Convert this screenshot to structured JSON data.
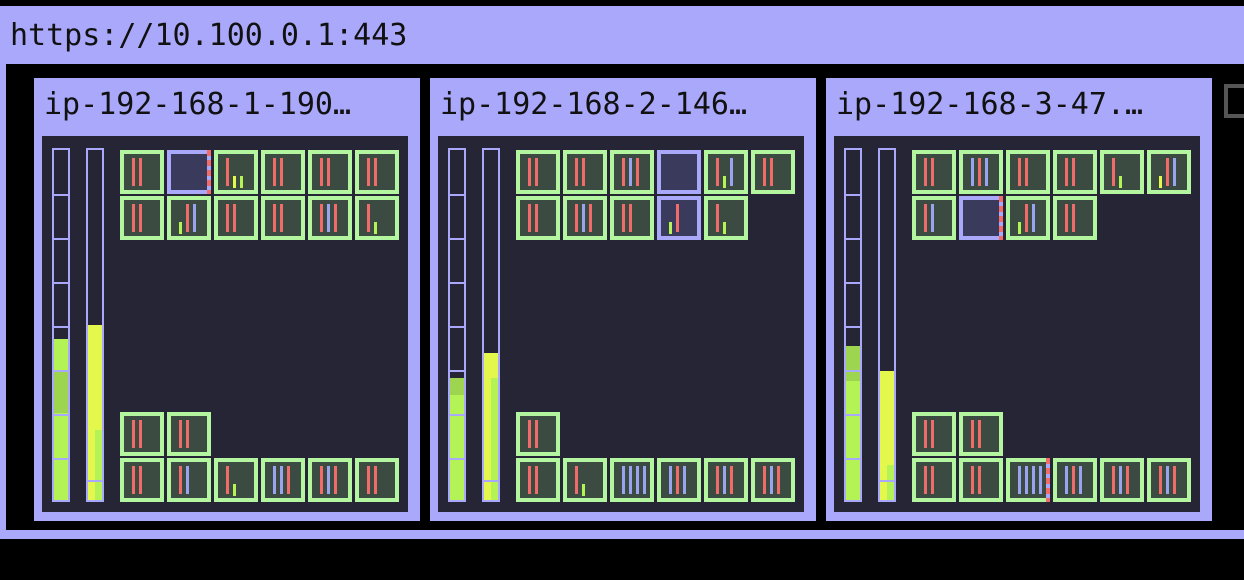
{
  "window": {
    "url": "https://10.100.0.1:443"
  },
  "colors": {
    "frame": "#aaa8fb",
    "node_body": "#262535",
    "pod_border": "#b4f6a0",
    "cpu": "#b3f355",
    "mem": "#e3f74d",
    "error": "#f26b6b"
  },
  "nodes": [
    {
      "name": "ip-192-168-1-190…",
      "cpu_gauge": [
        0.25,
        0.12,
        0.09
      ],
      "mem_gauge": [
        0.5,
        0.2
      ],
      "pods": [
        [
          {
            "bars": [
              "r",
              "r"
            ]
          },
          {
            "empty": true,
            "stripe": true
          },
          {
            "bars": [
              "r",
              "y",
              "g"
            ]
          },
          {
            "bars": [
              "r",
              "r"
            ]
          },
          {
            "bars": [
              "r",
              "r"
            ]
          },
          {
            "bars": [
              "r",
              "r"
            ]
          }
        ],
        [
          {
            "bars": [
              "r",
              "r"
            ]
          },
          {
            "bars": [
              "g",
              "r",
              "b"
            ]
          },
          {
            "bars": [
              "r",
              "r"
            ]
          },
          {
            "bars": [
              "r",
              "r"
            ]
          },
          {
            "bars": [
              "r",
              "b",
              "r"
            ]
          },
          {
            "bars": [
              "r",
              "g"
            ]
          }
        ],
        [
          {
            "bars": [
              "r",
              "r"
            ]
          },
          {
            "bars": [
              "r",
              "r"
            ]
          }
        ],
        [
          {
            "bars": [
              "r",
              "r"
            ]
          },
          {
            "bars": [
              "r",
              "b"
            ]
          },
          {
            "bars": [
              "r",
              "g"
            ]
          },
          {
            "bars": [
              "b",
              "b",
              "r"
            ]
          },
          {
            "bars": [
              "r",
              "b",
              "r"
            ]
          },
          {
            "bars": [
              "r",
              "r"
            ]
          }
        ]
      ]
    },
    {
      "name": "ip-192-168-2-146…",
      "cpu_gauge": [
        0.3,
        0.05
      ],
      "mem_gauge": [
        0.42,
        0.35
      ],
      "pods": [
        [
          {
            "bars": [
              "r",
              "r"
            ]
          },
          {
            "bars": [
              "r",
              "r"
            ]
          },
          {
            "bars": [
              "r",
              "b",
              "r"
            ]
          },
          {
            "empty": true
          },
          {
            "bars": [
              "r",
              "g",
              "b"
            ]
          },
          {
            "bars": [
              "r",
              "r"
            ]
          }
        ],
        [
          {
            "bars": [
              "r",
              "r"
            ]
          },
          {
            "bars": [
              "r",
              "b",
              "r"
            ]
          },
          {
            "bars": [
              "r",
              "r"
            ]
          },
          {
            "empty": true,
            "bars": [
              "g",
              "r"
            ]
          },
          {
            "bars": [
              "r",
              "g"
            ]
          }
        ],
        [
          {
            "bars": [
              "r",
              "r"
            ]
          }
        ],
        [
          {
            "bars": [
              "r",
              "r"
            ]
          },
          {
            "bars": [
              "r",
              "g"
            ]
          },
          {
            "bars": [
              "b",
              "b",
              "b",
              "b"
            ]
          },
          {
            "bars": [
              "b",
              "r",
              "b"
            ]
          },
          {
            "bars": [
              "r",
              "b",
              "r"
            ]
          },
          {
            "bars": [
              "r",
              "b",
              "r"
            ]
          }
        ]
      ]
    },
    {
      "name": "ip-192-168-3-47.…",
      "cpu_gauge": [
        0.34,
        0.1
      ],
      "mem_gauge": [
        0.37,
        0.1
      ],
      "pods": [
        [
          {
            "bars": [
              "r",
              "r"
            ]
          },
          {
            "bars": [
              "b",
              "r",
              "b"
            ]
          },
          {
            "bars": [
              "r",
              "r"
            ]
          },
          {
            "bars": [
              "r",
              "r"
            ]
          },
          {
            "bars": [
              "r",
              "g"
            ]
          },
          {
            "bars": [
              "y",
              "r",
              "b"
            ]
          }
        ],
        [
          {
            "bars": [
              "r",
              "b"
            ]
          },
          {
            "empty": true,
            "stripe": true
          },
          {
            "bars": [
              "g",
              "r",
              "b"
            ]
          },
          {
            "bars": [
              "r",
              "r"
            ]
          }
        ],
        [
          {
            "bars": [
              "r",
              "r"
            ]
          },
          {
            "bars": [
              "r",
              "r"
            ]
          }
        ],
        [
          {
            "bars": [
              "r",
              "r"
            ]
          },
          {
            "bars": [
              "r",
              "r"
            ]
          },
          {
            "bars": [
              "b",
              "b",
              "b",
              "b"
            ],
            "stripe": true
          },
          {
            "bars": [
              "b",
              "r",
              "b"
            ]
          },
          {
            "bars": [
              "r",
              "b",
              "r"
            ]
          },
          {
            "bars": [
              "r",
              "b",
              "r"
            ]
          }
        ]
      ]
    }
  ]
}
